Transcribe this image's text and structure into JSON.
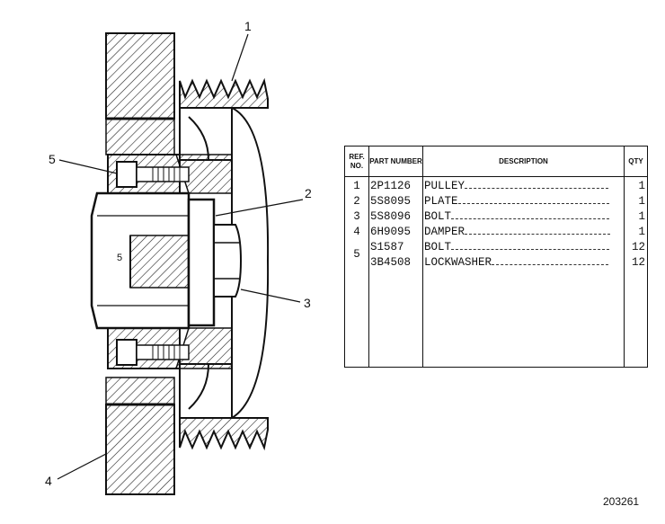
{
  "callouts": {
    "c1": "1",
    "c2": "2",
    "c3": "3",
    "c4": "4",
    "c5": "5",
    "c5_inner": "5"
  },
  "table": {
    "headers": {
      "ref": "REF. NO.",
      "part": "PART NUMBER",
      "desc": "DESCRIPTION",
      "qty": "QTY"
    },
    "rows": [
      {
        "ref": "1",
        "part": "2P1126",
        "desc": "PULLEY",
        "qty": "1"
      },
      {
        "ref": "2",
        "part": "5S8095",
        "desc": "PLATE",
        "qty": "1"
      },
      {
        "ref": "3",
        "part": "5S8096",
        "desc": "BOLT",
        "qty": "1"
      },
      {
        "ref": "4",
        "part": "6H9095",
        "desc": "DAMPER",
        "qty": "1"
      },
      {
        "ref": "",
        "part": "S1587",
        "desc": "BOLT",
        "qty": "12"
      },
      {
        "ref": "",
        "part": "3B4508",
        "desc": "LOCKWASHER",
        "qty": "12"
      }
    ],
    "group_ref": "5"
  },
  "figure_number": "203261"
}
